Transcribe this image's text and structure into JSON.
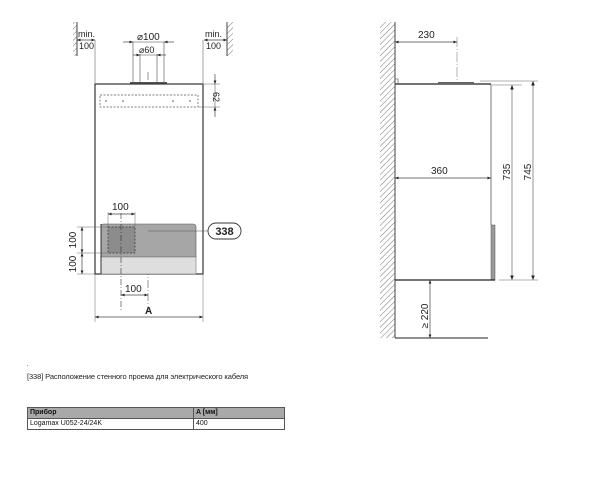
{
  "front_view": {
    "dim_min_left_label": "min.",
    "dim_min_left_value": "100",
    "dim_min_right_label": "min.",
    "dim_min_right_value": "100",
    "dim_flue_outer": "⌀100",
    "dim_flue_inner": "⌀60",
    "dim_top_62": "62",
    "dim_cutout_width": "100",
    "dim_cutout_height": "100",
    "dim_cutout_bottom": "100",
    "dim_cutout_offset": "100",
    "dim_width_A": "A",
    "callout": "338"
  },
  "side_view": {
    "dim_flue_distance": "230",
    "dim_depth": "360",
    "dim_height_735": "735",
    "dim_height_745": "745",
    "dim_floor_clearance": "≥ 220"
  },
  "caption": "[338] Расположение стенного проема для электрического кабеля",
  "table": {
    "headers": [
      "Прибор",
      "A [мм]"
    ],
    "rows": [
      [
        "Logamax U052-24/24K",
        "400"
      ]
    ]
  },
  "colors": {
    "line": "#333333",
    "dim_line": "#555555",
    "panel_dark": "#a6a6a6",
    "panel_light": "#dedede",
    "cutout": "#8c8c8c",
    "table_header": "#a9a9a9"
  }
}
